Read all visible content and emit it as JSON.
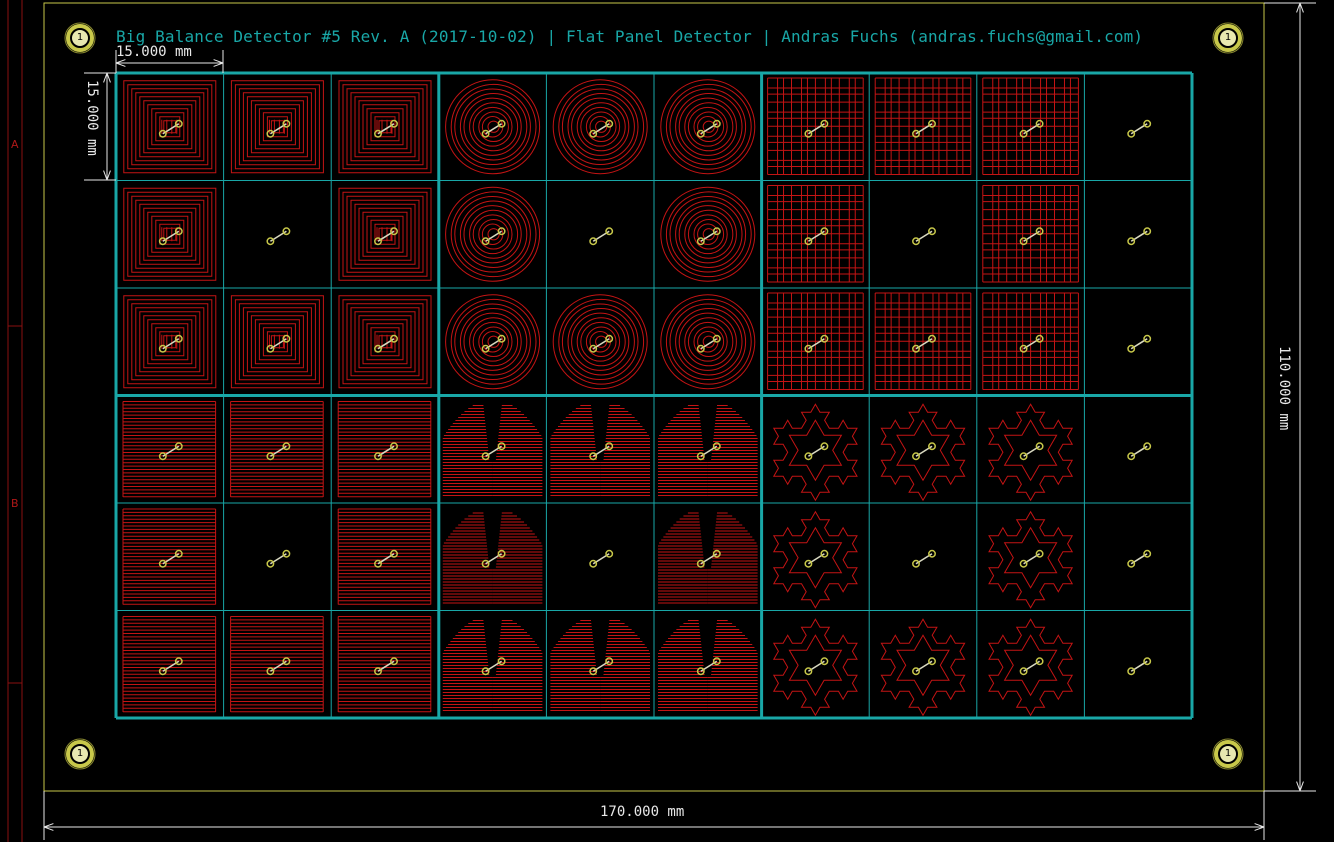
{
  "title": "Big Balance Detector #5 Rev. A (2017-10-02) | Flat Panel Detector | Andras Fuchs (andras.fuchs@gmail.com)",
  "dimensions": {
    "cell_width": "15.000 mm",
    "cell_height": "15.000 mm",
    "board_width": "170.000 mm",
    "board_height": "110.000 mm"
  },
  "sheet_labels": [
    "A",
    "B"
  ],
  "mounting_holes": [
    {
      "label": "1"
    },
    {
      "label": "1"
    },
    {
      "label": "1"
    },
    {
      "label": "1"
    }
  ],
  "sensor_grid": {
    "rows": [
      [
        "square-spiral",
        "square-spiral",
        "square-spiral",
        "circle-spiral",
        "circle-spiral",
        "circle-spiral",
        "mesh",
        "mesh",
        "mesh",
        "empty"
      ],
      [
        "square-spiral",
        "empty",
        "square-spiral",
        "circle-spiral",
        "empty",
        "circle-spiral",
        "mesh",
        "empty",
        "mesh",
        "empty"
      ],
      [
        "square-spiral",
        "square-spiral",
        "square-spiral",
        "circle-spiral",
        "circle-spiral",
        "circle-spiral",
        "mesh",
        "mesh",
        "mesh",
        "empty"
      ],
      [
        "meander",
        "meander",
        "meander",
        "fan",
        "fan",
        "fan",
        "snowflake",
        "snowflake",
        "snowflake",
        "empty"
      ],
      [
        "meander",
        "empty",
        "meander",
        "fan",
        "empty",
        "fan",
        "snowflake",
        "empty",
        "snowflake",
        "empty"
      ],
      [
        "meander",
        "meander",
        "meander",
        "fan",
        "fan",
        "fan",
        "snowflake",
        "snowflake",
        "snowflake",
        "empty"
      ]
    ]
  },
  "colors": {
    "background": "#000000",
    "copper": "#c41414",
    "silkscreen": "#19a7a7",
    "edge_cuts": "#c8c84a",
    "dimension": "#e8e8e8",
    "pad": "#c8c84a"
  }
}
